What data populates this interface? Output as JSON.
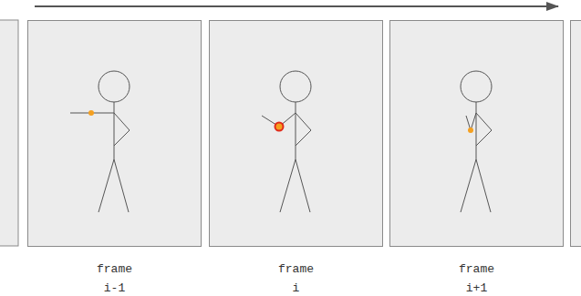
{
  "diagram": {
    "nodes": [
      {
        "text": [
          "frame i-1"
        ]
      },
      {
        "text": [
          "frame i"
        ]
      },
      {
        "text": [
          "frame i+1"
        ]
      }
    ]
  }
}
